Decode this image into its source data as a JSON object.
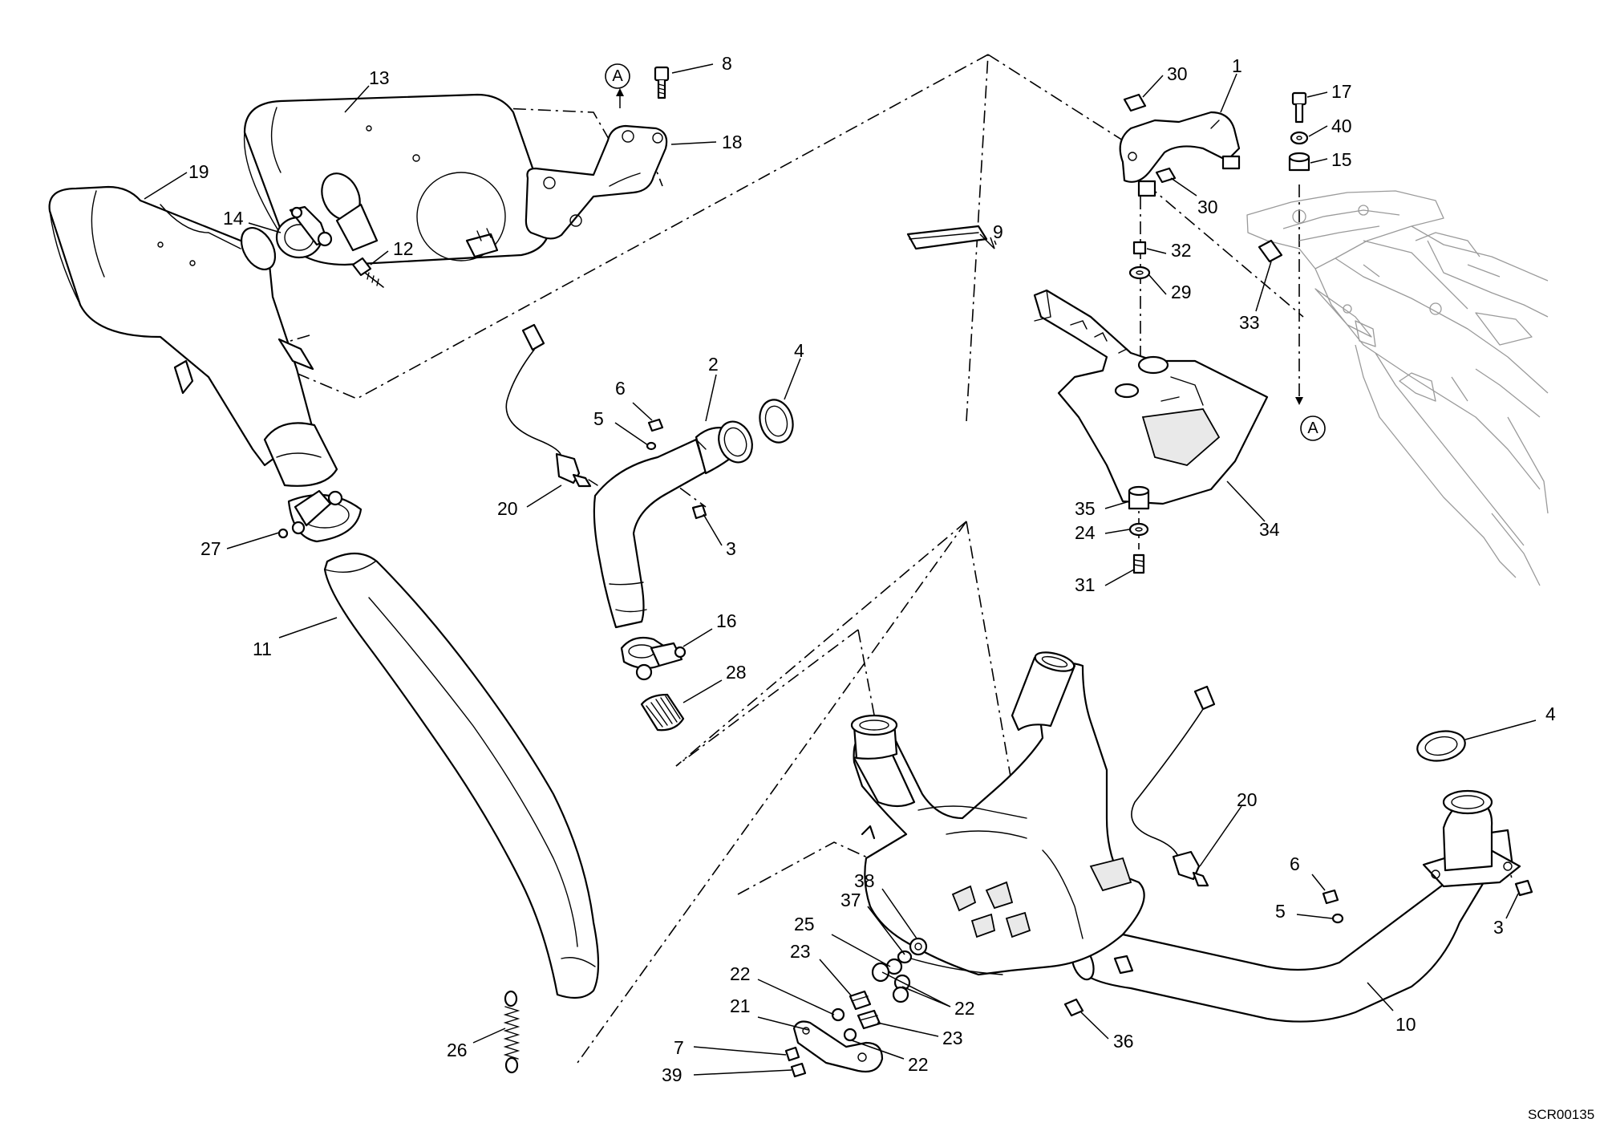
{
  "drawing_code": "SCR00135",
  "reference_marks": [
    "A",
    "A"
  ],
  "callouts": [
    {
      "label": "1"
    },
    {
      "label": "2"
    },
    {
      "label": "3"
    },
    {
      "label": "3"
    },
    {
      "label": "4"
    },
    {
      "label": "4"
    },
    {
      "label": "5"
    },
    {
      "label": "5"
    },
    {
      "label": "6"
    },
    {
      "label": "6"
    },
    {
      "label": "7"
    },
    {
      "label": "8"
    },
    {
      "label": "9"
    },
    {
      "label": "10"
    },
    {
      "label": "11"
    },
    {
      "label": "12"
    },
    {
      "label": "13"
    },
    {
      "label": "14"
    },
    {
      "label": "15"
    },
    {
      "label": "16"
    },
    {
      "label": "17"
    },
    {
      "label": "18"
    },
    {
      "label": "19"
    },
    {
      "label": "20"
    },
    {
      "label": "20"
    },
    {
      "label": "21"
    },
    {
      "label": "22"
    },
    {
      "label": "22"
    },
    {
      "label": "22"
    },
    {
      "label": "23"
    },
    {
      "label": "23"
    },
    {
      "label": "24"
    },
    {
      "label": "25"
    },
    {
      "label": "26"
    },
    {
      "label": "27"
    },
    {
      "label": "28"
    },
    {
      "label": "29"
    },
    {
      "label": "30"
    },
    {
      "label": "30"
    },
    {
      "label": "31"
    },
    {
      "label": "32"
    },
    {
      "label": "33"
    },
    {
      "label": "34"
    },
    {
      "label": "35"
    },
    {
      "label": "36"
    },
    {
      "label": "37"
    },
    {
      "label": "38"
    },
    {
      "label": "39"
    },
    {
      "label": "40"
    }
  ]
}
